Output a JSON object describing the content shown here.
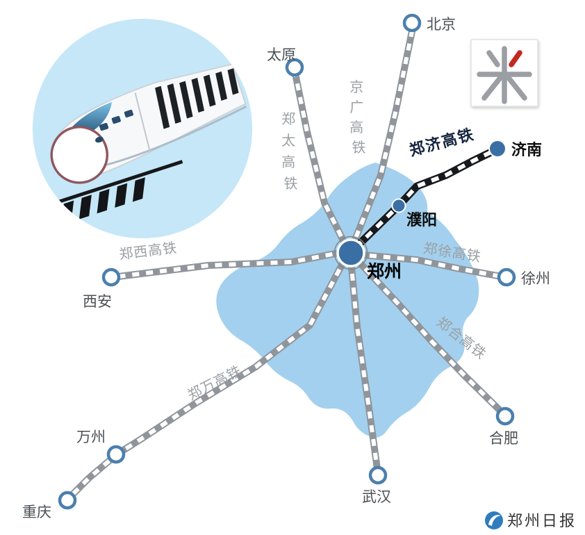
{
  "inset": {
    "icon": "bullet-train-illustration"
  },
  "badge": {
    "character": "米"
  },
  "network": {
    "hub": {
      "label": "郑州"
    },
    "stations": {
      "zhengzhou": {
        "label": "郑州"
      },
      "beijing": {
        "label": "北京"
      },
      "taiyuan": {
        "label": "太原"
      },
      "jinan": {
        "label": "济南"
      },
      "puyang": {
        "label": "濮阳"
      },
      "xuzhou": {
        "label": "徐州"
      },
      "hefei": {
        "label": "合肥"
      },
      "wuhan": {
        "label": "武汉"
      },
      "wanzhou": {
        "label": "万州"
      },
      "chongqing": {
        "label": "重庆"
      },
      "xian": {
        "label": "西安"
      }
    },
    "lines": {
      "jingguang": {
        "label": "京广高铁",
        "chars": [
          "京",
          "广",
          "高",
          "铁"
        ],
        "from": "郑州",
        "to": "北京"
      },
      "zhengtai": {
        "label": "郑太高铁",
        "chars": [
          "郑",
          "太",
          "高",
          "铁"
        ],
        "from": "郑州",
        "to": "太原"
      },
      "zhengji": {
        "label": "郑济高铁",
        "from": "郑州",
        "via": "濮阳",
        "to": "济南",
        "highlighted": true
      },
      "zhengxu": {
        "label": "郑徐高铁",
        "from": "郑州",
        "to": "徐州"
      },
      "zhenghe": {
        "label": "郑合高铁",
        "from": "郑州",
        "to": "合肥"
      },
      "zhengwan": {
        "label": "郑万高铁",
        "from": "郑州",
        "via": "万州",
        "to": "重庆"
      },
      "zhengxi": {
        "label": "郑西高铁",
        "from": "郑州",
        "to": "西安"
      },
      "south_branch": {
        "from": "郑州",
        "to": "武汉"
      }
    }
  },
  "colors": {
    "inset_bg": "#c5e7f8",
    "province_fill": "#a3d0ee",
    "station_fill": "#3a6fa5",
    "station_stroke": "#4b7fad",
    "rail_gray": "#8f959b",
    "rail_highlight": "#17191c",
    "label_gray": "#9aa0a4",
    "highlight_label": "#14233e",
    "badge_accent": "#c4281e",
    "logo_blue": "#2e7dbf"
  },
  "footer": {
    "publisher": "郑州日报"
  }
}
